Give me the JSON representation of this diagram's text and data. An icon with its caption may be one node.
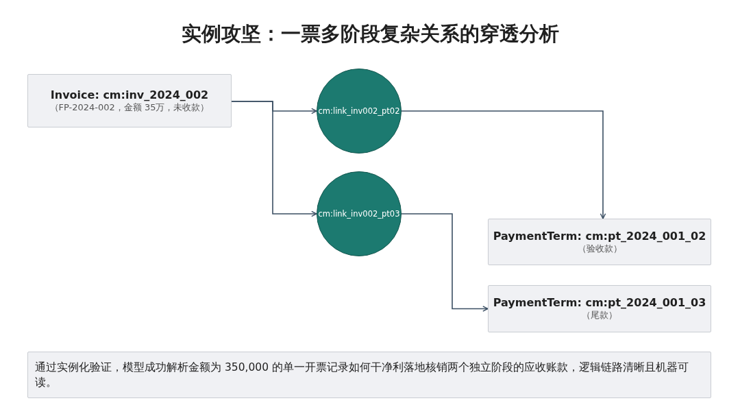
{
  "diagram": {
    "title": "实例攻坚：一票多阶段复杂关系的穿透分析",
    "nodes": [
      {
        "text": [
          "Invoice: cm:inv_2024_002",
          "（FP-2024-002，金额 35万，未收款）"
        ]
      },
      {
        "text": [
          "cm:link_inv002_pt02"
        ]
      },
      {
        "text": [
          "cm:link_inv002_pt03"
        ]
      },
      {
        "text": [
          "PaymentTerm: cm:pt_2024_001_02",
          "（验收款）"
        ]
      },
      {
        "text": [
          "PaymentTerm: cm:pt_2024_001_03",
          "（尾款）"
        ]
      },
      {
        "text": [
          "通过实例化验证，模型成功解析金额为 350,000 的单一开票记录如何干净利落地核销两个独立阶段的应收账款，逻辑链路清晰且机器可读。"
        ]
      }
    ],
    "edges": [
      {
        "from": 0,
        "to": 1,
        "arrow": "to"
      },
      {
        "from": 0,
        "to": 2,
        "arrow": "to"
      },
      {
        "from": 1,
        "to": 3,
        "arrow": "to"
      },
      {
        "from": 2,
        "to": 4,
        "arrow": "to"
      }
    ]
  }
}
